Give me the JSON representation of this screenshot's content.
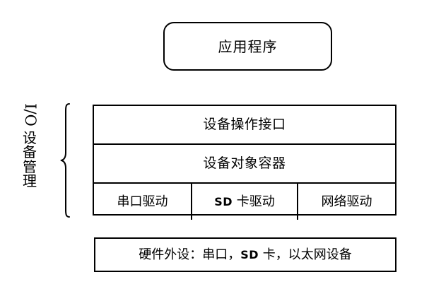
{
  "diagram": {
    "title_box": {
      "label": "应用程序"
    },
    "side_label": {
      "io": "I/O",
      "chinese": "设备管理",
      "chinese_chars": [
        "设",
        "备",
        "管",
        "理"
      ],
      "full": "I/O 设备管理"
    },
    "brace": {
      "name": "left-curly-brace"
    },
    "stack": {
      "rows": [
        {
          "label": "设备操作接口"
        },
        {
          "label": "设备对象容器"
        }
      ],
      "drivers": [
        {
          "label": "串口驱动"
        },
        {
          "prefix": "SD",
          "label": " 卡驱动"
        },
        {
          "label": "网络驱动"
        }
      ]
    },
    "hardware_box": {
      "prefix": "硬件外设：串口，",
      "mark": "SD",
      "suffix": " 卡，以太网设备",
      "full": "硬件外设：串口，SD 卡，以太网设备"
    }
  },
  "colors": {
    "stroke": "#000000",
    "background": "#ffffff",
    "text": "#000000"
  }
}
